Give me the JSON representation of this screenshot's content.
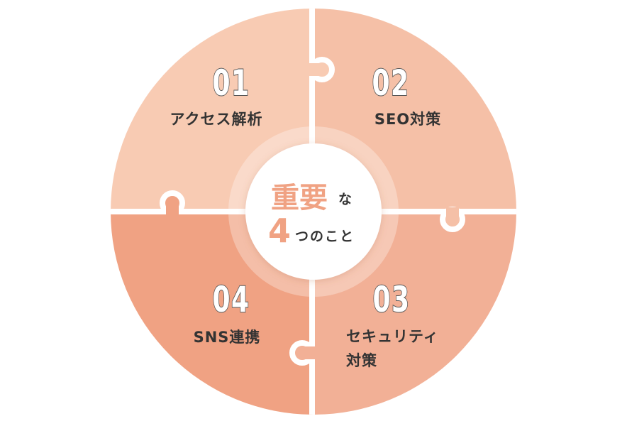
{
  "colors": {
    "q1": "#f8cbb3",
    "q2": "#f5c0a7",
    "q3": "#f2b096",
    "q4": "#f0a283",
    "accent": "#f0a283",
    "text": "#333333"
  },
  "center": {
    "title_main": "重要",
    "title_particle": "な",
    "count": "4",
    "count_suffix": "つのこと"
  },
  "pieces": [
    {
      "number": "01",
      "label": "アクセス解析"
    },
    {
      "number": "02",
      "label": "SEO対策"
    },
    {
      "number": "03",
      "label_line1": "セキュリティ",
      "label_line2": "対策"
    },
    {
      "number": "04",
      "label": "SNS連携"
    }
  ]
}
